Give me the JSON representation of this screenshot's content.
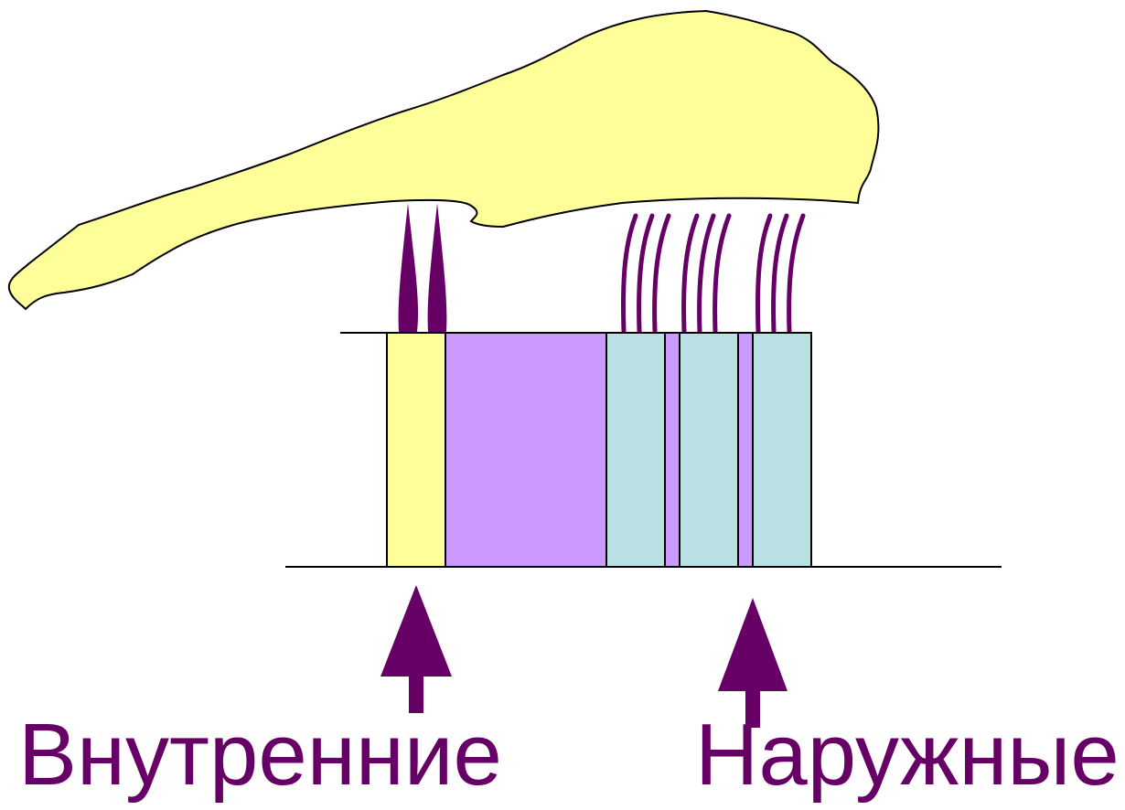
{
  "labels": {
    "inner": "Внутренние",
    "outer": "Наружные"
  },
  "colors": {
    "membrane": "#ffff99",
    "inner_segment": "#ffff99",
    "purple_segment": "#cc99ff",
    "teal_segment": "#b9e0e3",
    "hair_cells": "#660066",
    "arrows": "#660066",
    "label_text": "#660066",
    "outline": "#000000"
  },
  "icons": {
    "inner_arrow": "up-arrow",
    "outer_arrow": "up-arrow"
  }
}
